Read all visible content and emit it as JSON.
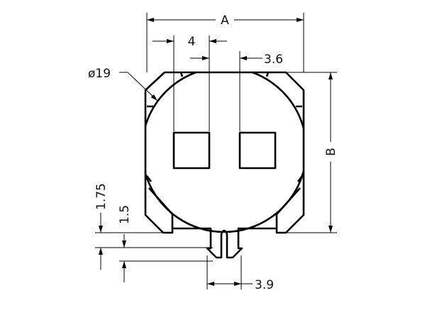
{
  "dimensions": {
    "width_label": "A",
    "height_label": "B",
    "pad_pitch": "4",
    "pad_gap": "3.6",
    "diameter": "ø19",
    "pin_height": "1.75",
    "barb_height": "1.5",
    "pin_width": "3.9"
  }
}
